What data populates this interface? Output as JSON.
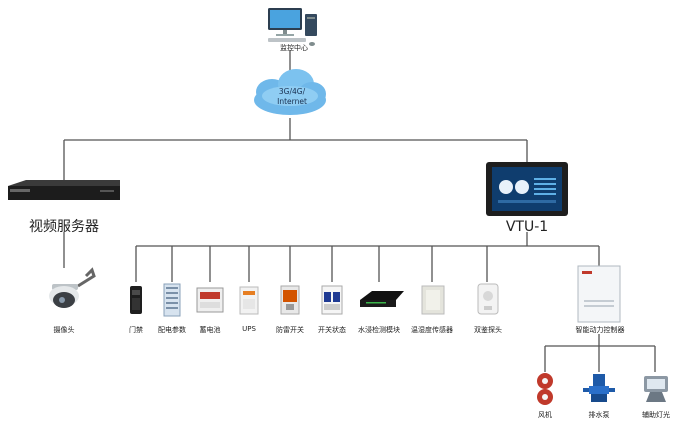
{
  "center": {
    "label": "监控中心"
  },
  "network": {
    "line1": "3G/4G/",
    "line2": "Internet"
  },
  "video_server": {
    "label": "视频服务器"
  },
  "vtu": {
    "label": "VTU-1"
  },
  "camera": {
    "label": "摄像头"
  },
  "sensors": [
    {
      "id": "door",
      "label": "门禁"
    },
    {
      "id": "power-param",
      "label": "配电参数"
    },
    {
      "id": "battery",
      "label": "蓄电池"
    },
    {
      "id": "ups",
      "label": "UPS"
    },
    {
      "id": "surge",
      "label": "防雷开关"
    },
    {
      "id": "switch-state",
      "label": "开关状态"
    },
    {
      "id": "water",
      "label": "水浸检测模块"
    },
    {
      "id": "temp-humidity",
      "label": "温湿度传感器"
    },
    {
      "id": "dual-probe",
      "label": "双鉴探头"
    }
  ],
  "controller": {
    "label": "智能动力控制器"
  },
  "outputs": [
    {
      "id": "fan",
      "label": "风机"
    },
    {
      "id": "pump",
      "label": "排水泵"
    },
    {
      "id": "aux-light",
      "label": "辅助灯光"
    }
  ]
}
